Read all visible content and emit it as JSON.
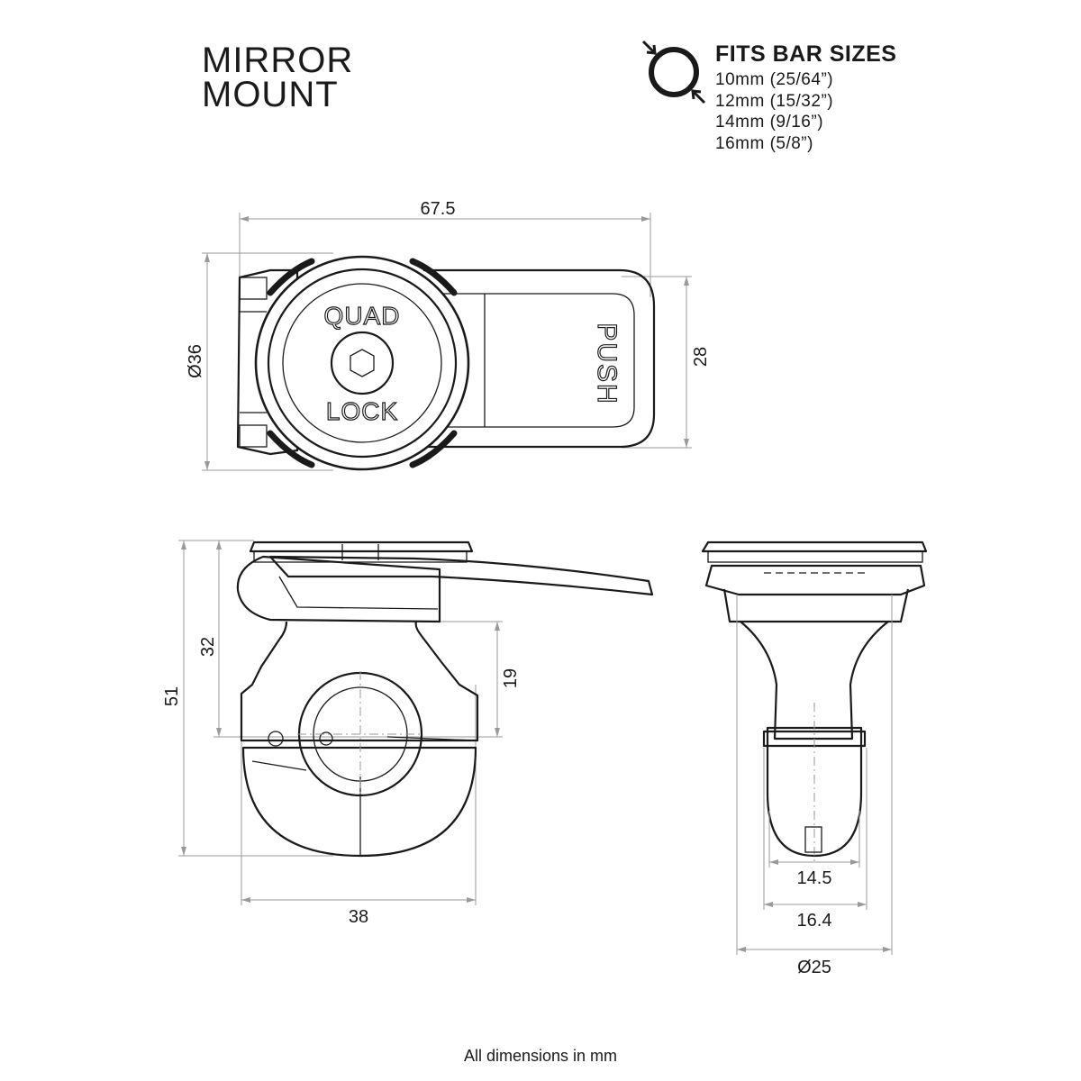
{
  "title": {
    "line1": "MIRROR",
    "line2": "MOUNT"
  },
  "bar_sizes": {
    "heading": "FITS BAR SIZES",
    "items": [
      "10mm (25/64”)",
      "12mm (15/32”)",
      "14mm (9/16”)",
      "16mm (5/8”)"
    ],
    "icon": "bar-diameter-icon"
  },
  "top_view": {
    "brand_top": "QUAD",
    "brand_bottom": "LOCK",
    "push_label": "PUSH",
    "dim_width": "67.5",
    "dim_diameter": "Ø36",
    "dim_height": "28"
  },
  "side_view": {
    "dim_total_height": "51",
    "dim_upper_height": "32",
    "dim_clamp_height": "19",
    "dim_width": "38"
  },
  "front_view": {
    "dim_inner": "14.5",
    "dim_middle": "16.4",
    "dim_outer": "Ø25"
  },
  "footer": "All dimensions in mm"
}
